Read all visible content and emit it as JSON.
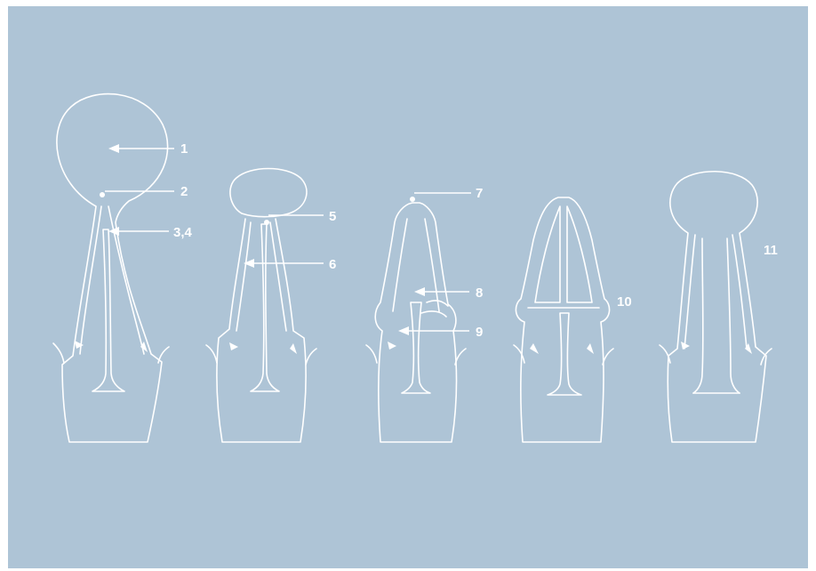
{
  "labels": {
    "l1": "1",
    "l2": "2",
    "l3_4": "3,4",
    "l5": "5",
    "l6": "6",
    "l7": "7",
    "l8": "8",
    "l9": "9",
    "l10": "10",
    "l11": "11"
  },
  "colors": {
    "background": "#aec4d6",
    "line": "#ffffff"
  }
}
